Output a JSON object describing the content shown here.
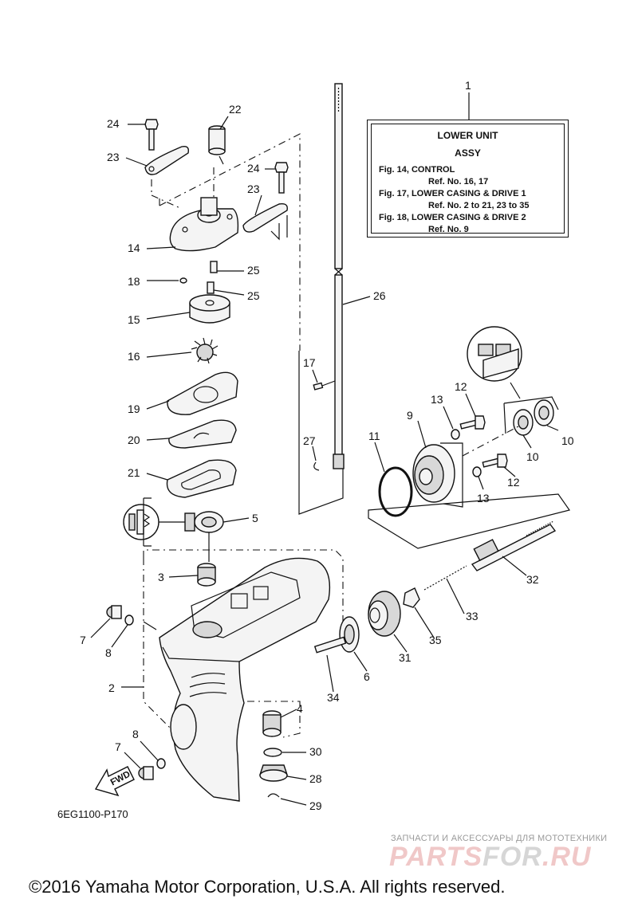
{
  "diagram_code": "6EG1100-P170",
  "fwd_label": "FWD",
  "info_box": {
    "ref": "1",
    "title_line1": "LOWER UNIT",
    "title_line2": "ASSY",
    "lines": [
      "Fig. 14, CONTROL",
      "Ref. No. 16, 17",
      "Fig. 17, LOWER CASING & DRIVE 1",
      "Ref. No. 2 to 21, 23 to 35",
      "Fig. 18, LOWER CASING & DRIVE 2",
      "Ref. No. 9"
    ]
  },
  "callouts": [
    "24",
    "22",
    "23",
    "24",
    "23",
    "14",
    "25",
    "18",
    "25",
    "15",
    "26",
    "16",
    "17",
    "19",
    "13",
    "12",
    "9",
    "20",
    "27",
    "11",
    "10",
    "10",
    "21",
    "12",
    "13",
    "5",
    "3",
    "32",
    "7",
    "33",
    "8",
    "35",
    "31",
    "6",
    "2",
    "34",
    "4",
    "8",
    "7",
    "30",
    "28",
    "29"
  ],
  "watermark": {
    "small": "ЗАПЧАСТИ И АКСЕССУАРЫ ДЛЯ МОТОТЕХНИКИ",
    "brand_part1": "PARTS",
    "brand_part2": "FOR",
    "brand_part3": ".RU"
  },
  "copyright": "©2016 Yamaha Motor Corporation, U.S.A. All rights reserved."
}
